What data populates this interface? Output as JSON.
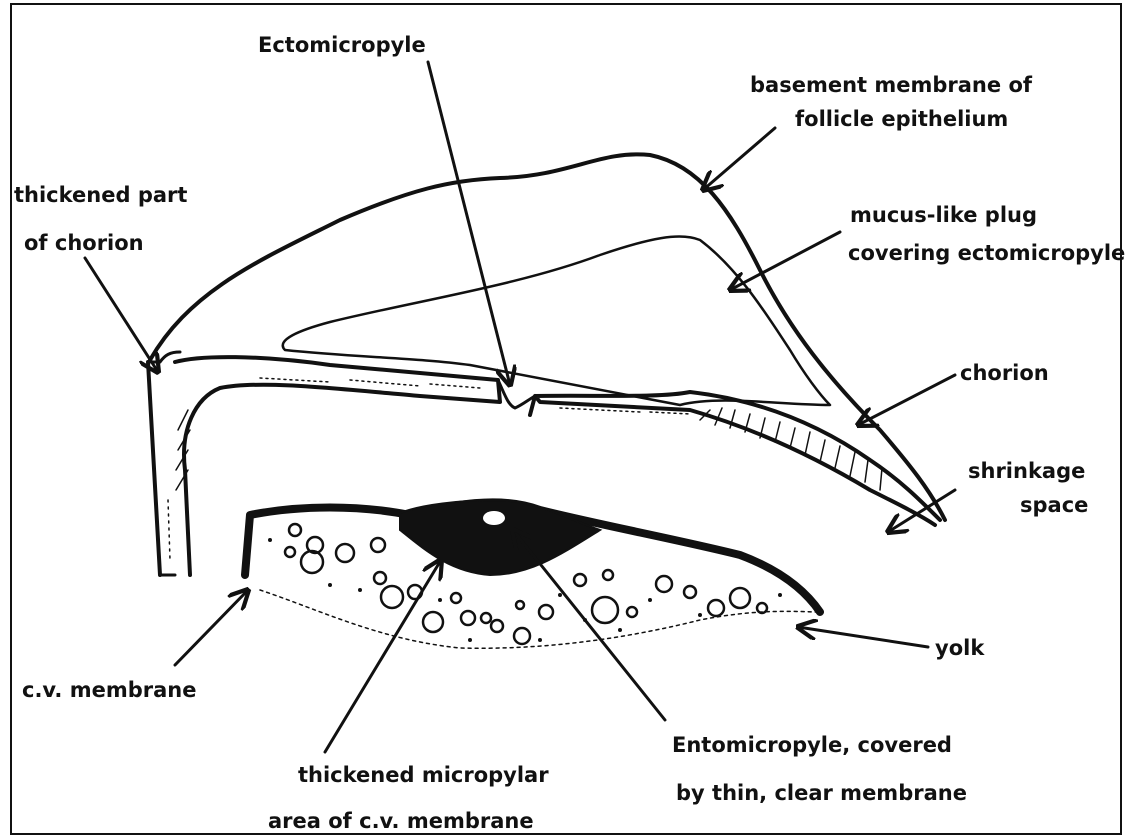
{
  "labels": {
    "ectomicropyle": "Ectomicropyle",
    "basement_1": "basement membrane of",
    "basement_2": "follicle epithelium",
    "thickened_part_1": "thickened part",
    "thickened_part_2": "of chorion",
    "mucus_1": "mucus-like plug",
    "mucus_2": "covering ectomicropyle",
    "chorion": "chorion",
    "shrinkage_1": "shrinkage",
    "shrinkage_2": "space",
    "yolk": "yolk",
    "cv_membrane": "c.v. membrane",
    "entomicropyle_1": "Entomicropyle, covered",
    "entomicropyle_2": "by thin, clear membrane",
    "thickened_area_1": "thickened micropylar",
    "thickened_area_2": "area of c.v. membrane"
  },
  "colors": {
    "ink": "#111111",
    "paper": "#ffffff"
  }
}
